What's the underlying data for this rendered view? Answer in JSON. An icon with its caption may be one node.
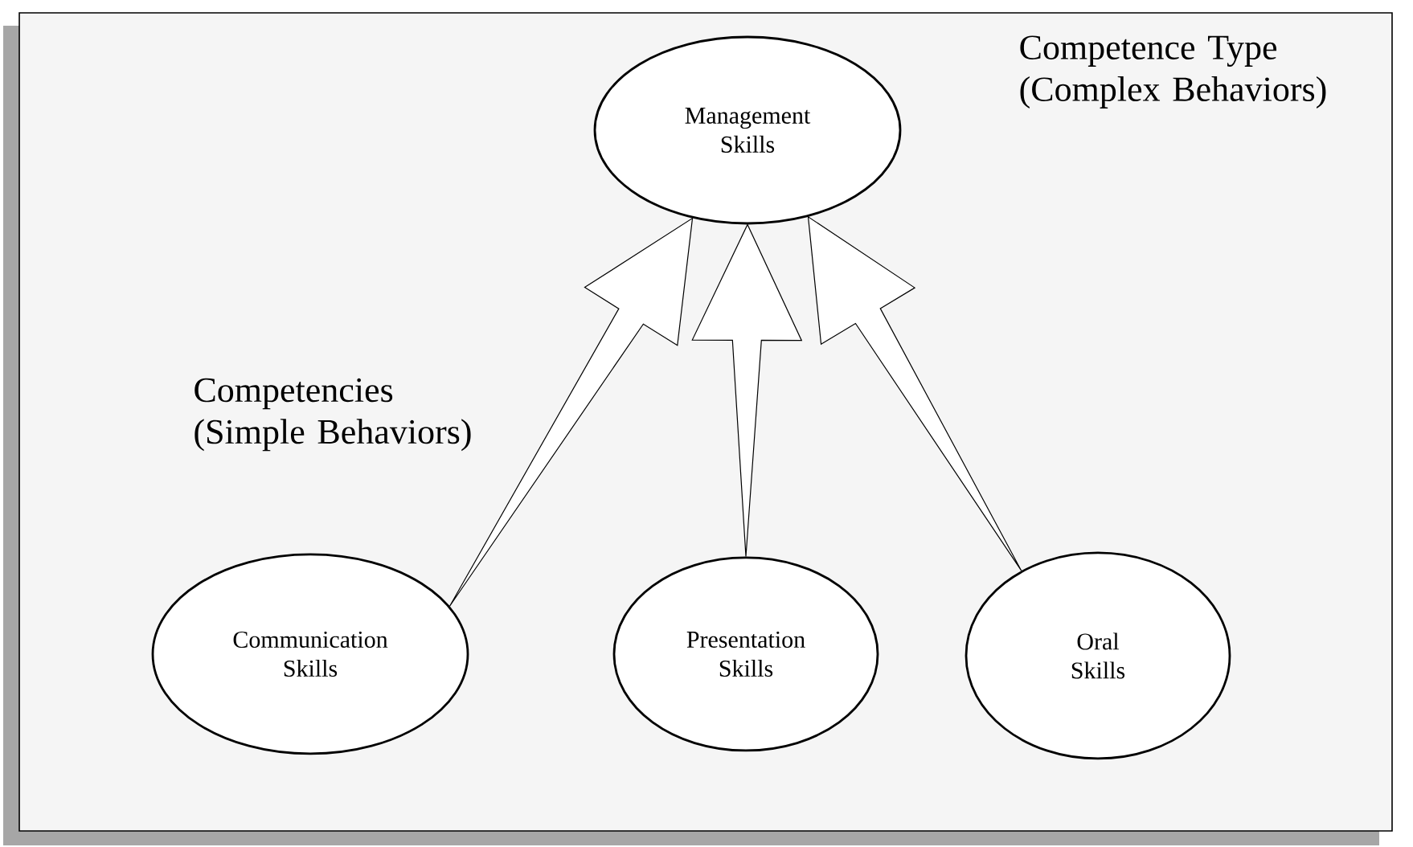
{
  "diagram": {
    "nodes": [
      {
        "text": [
          "Management Skills"
        ]
      },
      {
        "text": [
          "Communication Skills"
        ]
      },
      {
        "text": [
          "Presentation Skills"
        ]
      },
      {
        "text": [
          "Oral Skills"
        ]
      }
    ],
    "edges": [
      {
        "from": 1,
        "to": 0,
        "arrow": "to"
      },
      {
        "from": 2,
        "to": 0,
        "arrow": "to"
      },
      {
        "from": 3,
        "to": 0,
        "arrow": "to"
      }
    ],
    "labels": [
      "Competence Type (Complex Behaviors)",
      "Competencies (Simple Behaviors)"
    ]
  }
}
